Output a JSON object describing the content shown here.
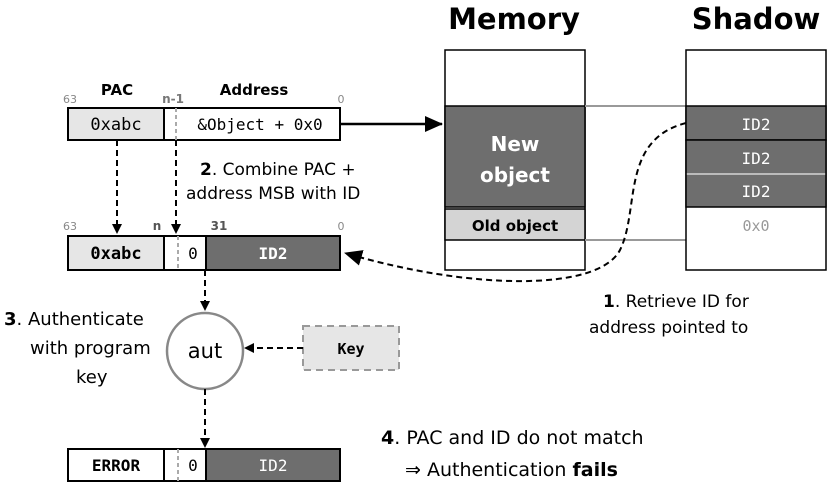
{
  "headings": {
    "memory": "Memory",
    "shadow": "Shadow"
  },
  "pointer": {
    "pac_label": "PAC",
    "address_label": "Address",
    "bit_63": "63",
    "bit_n1": "n-1",
    "bit_0": "0",
    "pac_value": "0xabc",
    "address_value": "&Object + 0x0"
  },
  "combined": {
    "bit_63": "63",
    "bit_n": "n",
    "bit_31": "31",
    "bit_0": "0",
    "pac_value": "0xabc",
    "zero_value": "0",
    "id_value": "ID2"
  },
  "error_row": {
    "error_label": "ERROR",
    "zero_value": "0",
    "id_value": "ID2"
  },
  "memory_column": {
    "new_object": "New\nobject",
    "old_object": "Old object"
  },
  "shadow_column": {
    "cells": [
      "ID2",
      "ID2",
      "ID2",
      "0x0"
    ]
  },
  "aut": {
    "label": "aut",
    "key_label": "Key"
  },
  "steps": {
    "step1_num": "1",
    "step1_line1": ". Retrieve ID for",
    "step1_line2": "address pointed to",
    "step2_num": "2",
    "step2_line1": ". Combine PAC +",
    "step2_line2": "address MSB with ID",
    "step3_num": "3",
    "step3_line1": ". Authenticate",
    "step3_line2": "with program",
    "step3_line3": "key",
    "step4_num": "4",
    "step4_line1": ". PAC and ID do not match",
    "step4_prefix": "⇒ Authentication ",
    "step4_bold": "fails"
  },
  "colors": {
    "dark_fill": "#6e6e6e",
    "light_fill": "#e6e6e6",
    "old_fill": "#d4d4d4",
    "stroke": "#000000",
    "dash_gray": "#aaaaaa"
  }
}
